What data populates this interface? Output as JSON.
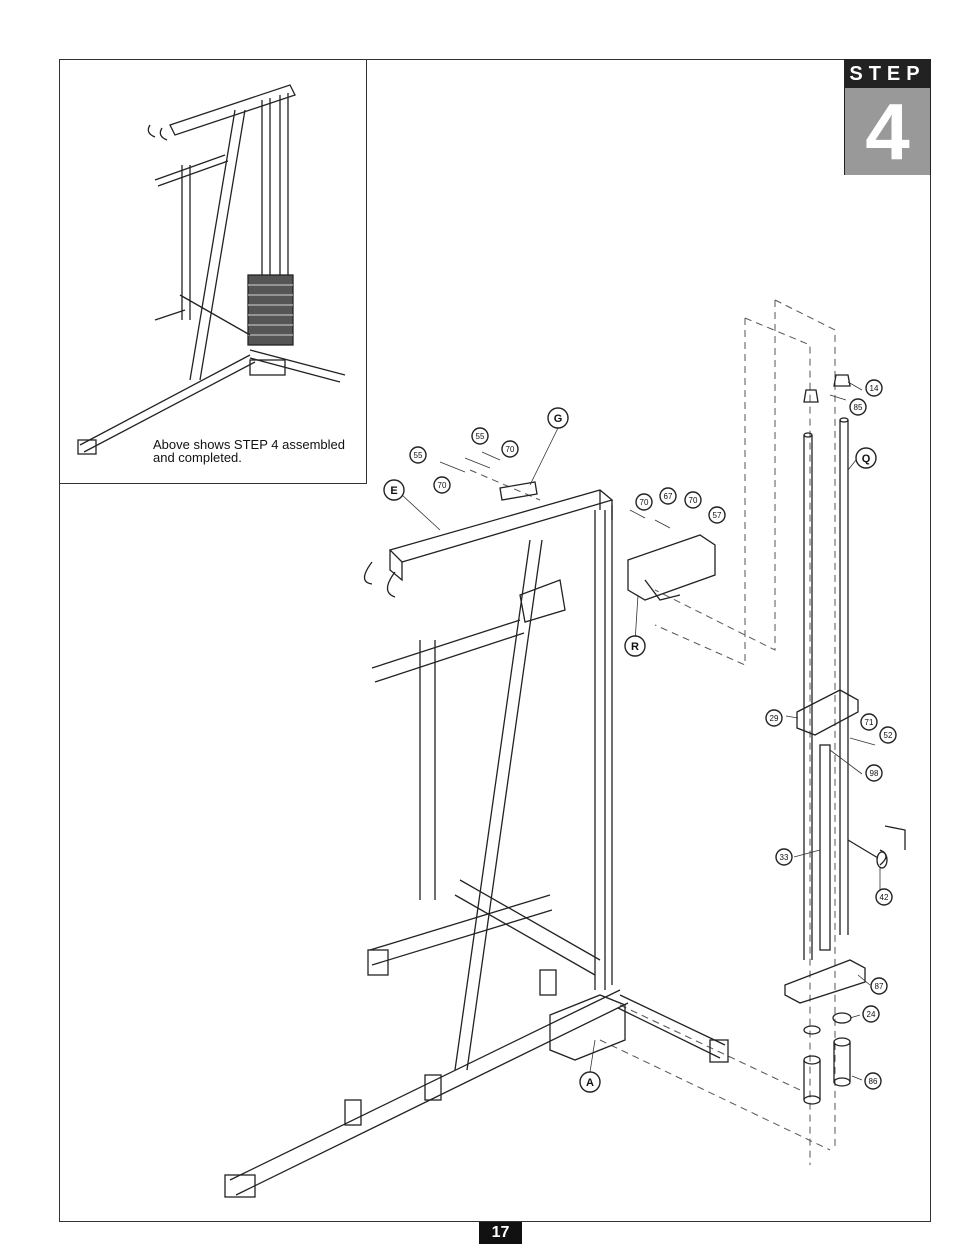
{
  "step": {
    "word": "STEP",
    "number": "4"
  },
  "inset": {
    "caption": "Above shows STEP 4 assembled\nand completed."
  },
  "page": {
    "number": "17"
  },
  "callouts": {
    "E": "E",
    "G": "G",
    "R": "R",
    "Q": "Q",
    "A": "A",
    "p55a": "55",
    "p55b": "55",
    "p70a": "70",
    "p70b": "70",
    "p70c": "70",
    "p67": "67",
    "p70d": "70",
    "p57": "57",
    "p14": "14",
    "p85": "85",
    "p29": "29",
    "p71": "71",
    "p52": "52",
    "p98": "98",
    "p33": "33",
    "p42": "42",
    "p87": "87",
    "p24": "24",
    "p86": "86"
  }
}
